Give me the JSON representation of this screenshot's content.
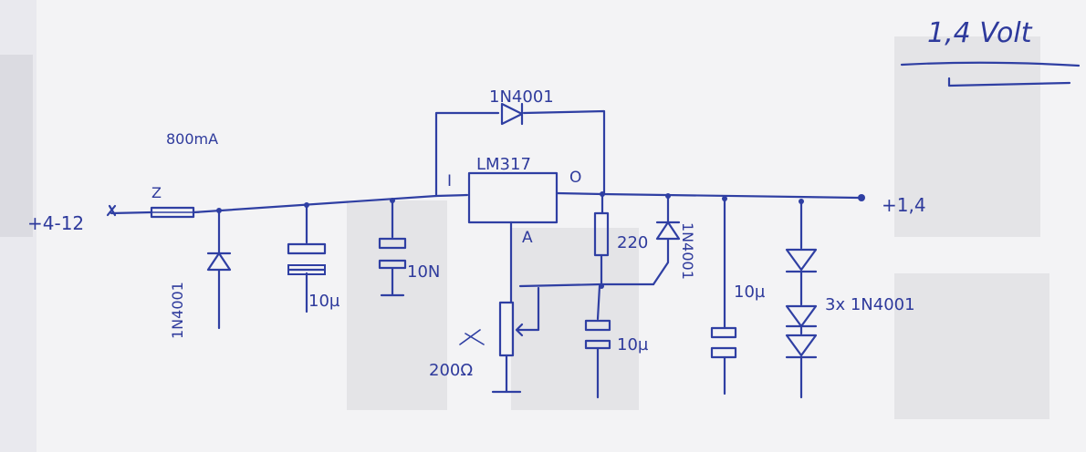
{
  "title": "1,4 Volt",
  "labels": {
    "input": "+4-12",
    "fuse_current": "800mA",
    "fuse_ref": "Z",
    "input_diode": "1N4001",
    "cap_input_elec": "10µ",
    "cap_input_ceramic": "10N",
    "bypass_diode": "1N4001",
    "regulator": "LM317",
    "pin_in": "I",
    "pin_out": "O",
    "pin_adj": "A",
    "resistor": "220",
    "output_diode": "1N4001",
    "trimmer": "200Ω",
    "cap_adj": "10µ",
    "cap_output": "10µ",
    "series_diodes": "3x 1N4001",
    "output": "+1,4"
  },
  "colors": {
    "ink": "#2f3fa3",
    "paper": "#f2f2f4"
  }
}
